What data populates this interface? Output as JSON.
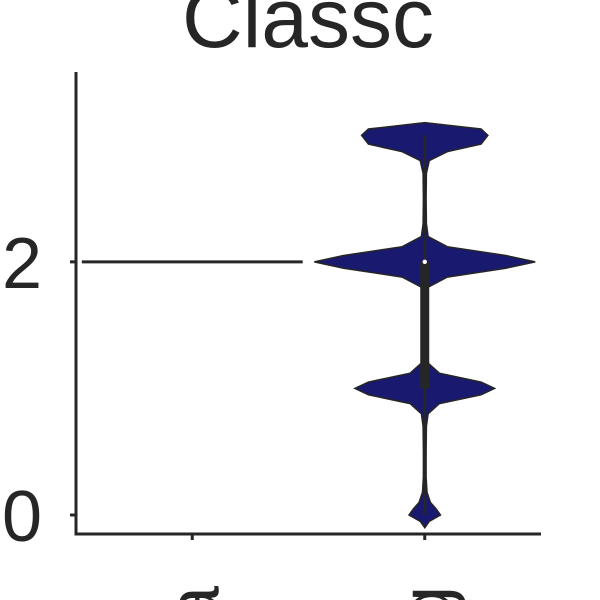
{
  "chart_data": {
    "type": "violin",
    "title": "Classc",
    "xlabel": "",
    "ylabel": "",
    "categories": [
      "a",
      "g"
    ],
    "ylim": [
      -0.15,
      3.5
    ],
    "yticks": [
      0,
      2
    ],
    "ytick_labels": [
      "0",
      "2"
    ],
    "grid": false,
    "fill_color": "#191970",
    "line_color": "#262626",
    "violins": [
      {
        "category": "a",
        "values_min": 2,
        "values_max": 2,
        "median": 2,
        "q1": 2,
        "q3": 2,
        "density": [],
        "width_max": 0.95
      },
      {
        "category": "g",
        "values_min": 0,
        "values_max": 3,
        "median": 2,
        "q1": 1,
        "q3": 2,
        "width_max": 0.95,
        "density": [
          [
            -0.1,
            0.0
          ],
          [
            -0.05,
            0.04
          ],
          [
            0.0,
            0.14
          ],
          [
            0.05,
            0.1
          ],
          [
            0.1,
            0.05
          ],
          [
            0.18,
            0.02
          ],
          [
            0.3,
            0.012
          ],
          [
            0.5,
            0.012
          ],
          [
            0.7,
            0.015
          ],
          [
            0.8,
            0.03
          ],
          [
            0.88,
            0.13
          ],
          [
            0.95,
            0.5
          ],
          [
            1.0,
            0.62
          ],
          [
            1.05,
            0.5
          ],
          [
            1.12,
            0.13
          ],
          [
            1.2,
            0.03
          ],
          [
            1.3,
            0.015
          ],
          [
            1.5,
            0.012
          ],
          [
            1.7,
            0.015
          ],
          [
            1.8,
            0.03
          ],
          [
            1.88,
            0.2
          ],
          [
            1.95,
            0.72
          ],
          [
            2.0,
            0.98
          ],
          [
            2.05,
            0.72
          ],
          [
            2.12,
            0.2
          ],
          [
            2.2,
            0.03
          ],
          [
            2.3,
            0.015
          ],
          [
            2.5,
            0.012
          ],
          [
            2.7,
            0.015
          ],
          [
            2.8,
            0.04
          ],
          [
            2.87,
            0.2
          ],
          [
            2.93,
            0.5
          ],
          [
            3.0,
            0.56
          ],
          [
            3.05,
            0.5
          ],
          [
            3.1,
            0.0
          ]
        ]
      }
    ]
  }
}
